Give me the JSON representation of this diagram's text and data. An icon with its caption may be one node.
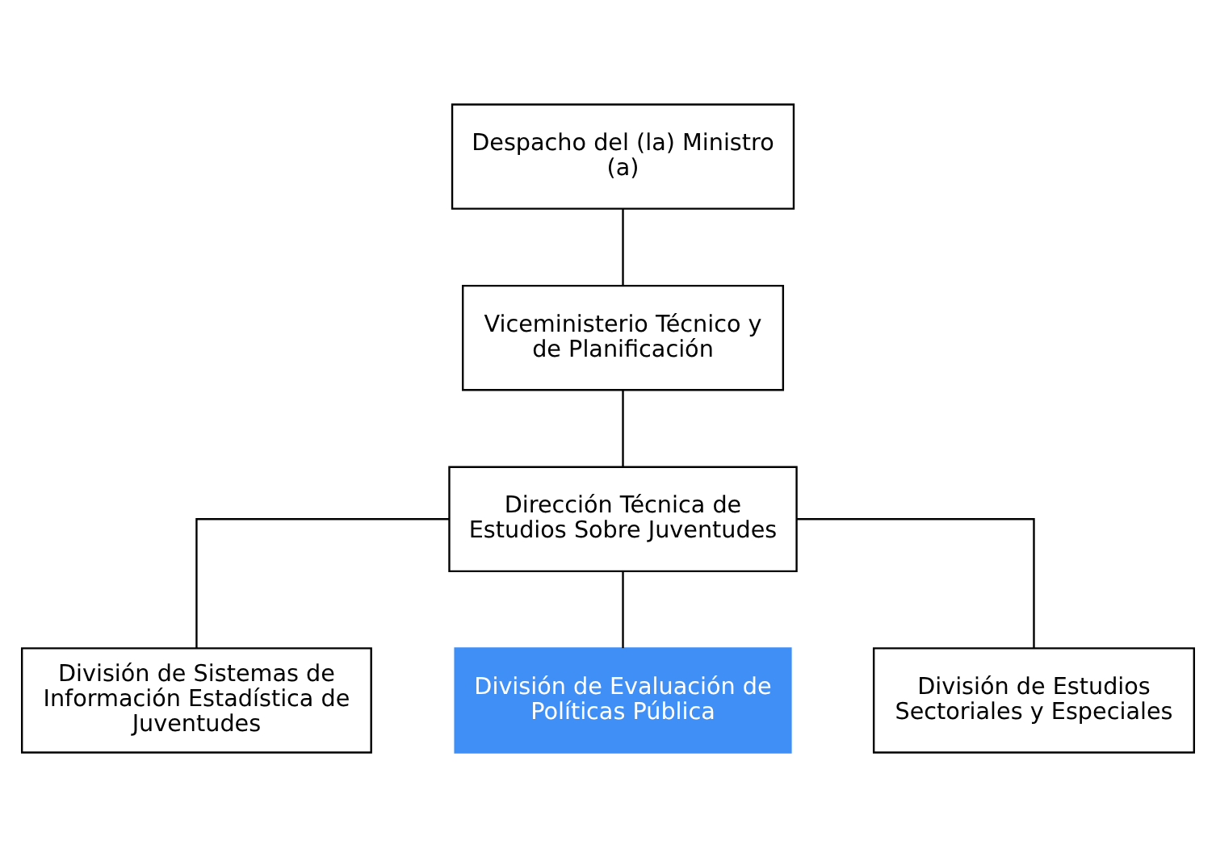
{
  "diagram": {
    "nodes": [
      {
        "text": [
          "Despacho del (la) Ministro (a)"
        ]
      },
      {
        "text": [
          "Viceministerio Técnico y de Planificación"
        ]
      },
      {
        "text": [
          "Dirección Técnica de Estudios Sobre Juventudes"
        ]
      },
      {
        "text": [
          "División de Sistemas de Información Estadística de Juventudes"
        ]
      },
      {
        "text": [
          "División de Evaluación de Políticas Pública"
        ]
      },
      {
        "text": [
          "División de Estudios Sectoriales y Especiales"
        ]
      }
    ],
    "edges": [
      {
        "from": 0,
        "to": 1,
        "arrow": "none"
      },
      {
        "from": 1,
        "to": 2,
        "arrow": "none"
      },
      {
        "from": 2,
        "to": 3,
        "arrow": "none"
      },
      {
        "from": 2,
        "to": 4,
        "arrow": "none"
      },
      {
        "from": 2,
        "to": 5,
        "arrow": "none"
      }
    ]
  }
}
